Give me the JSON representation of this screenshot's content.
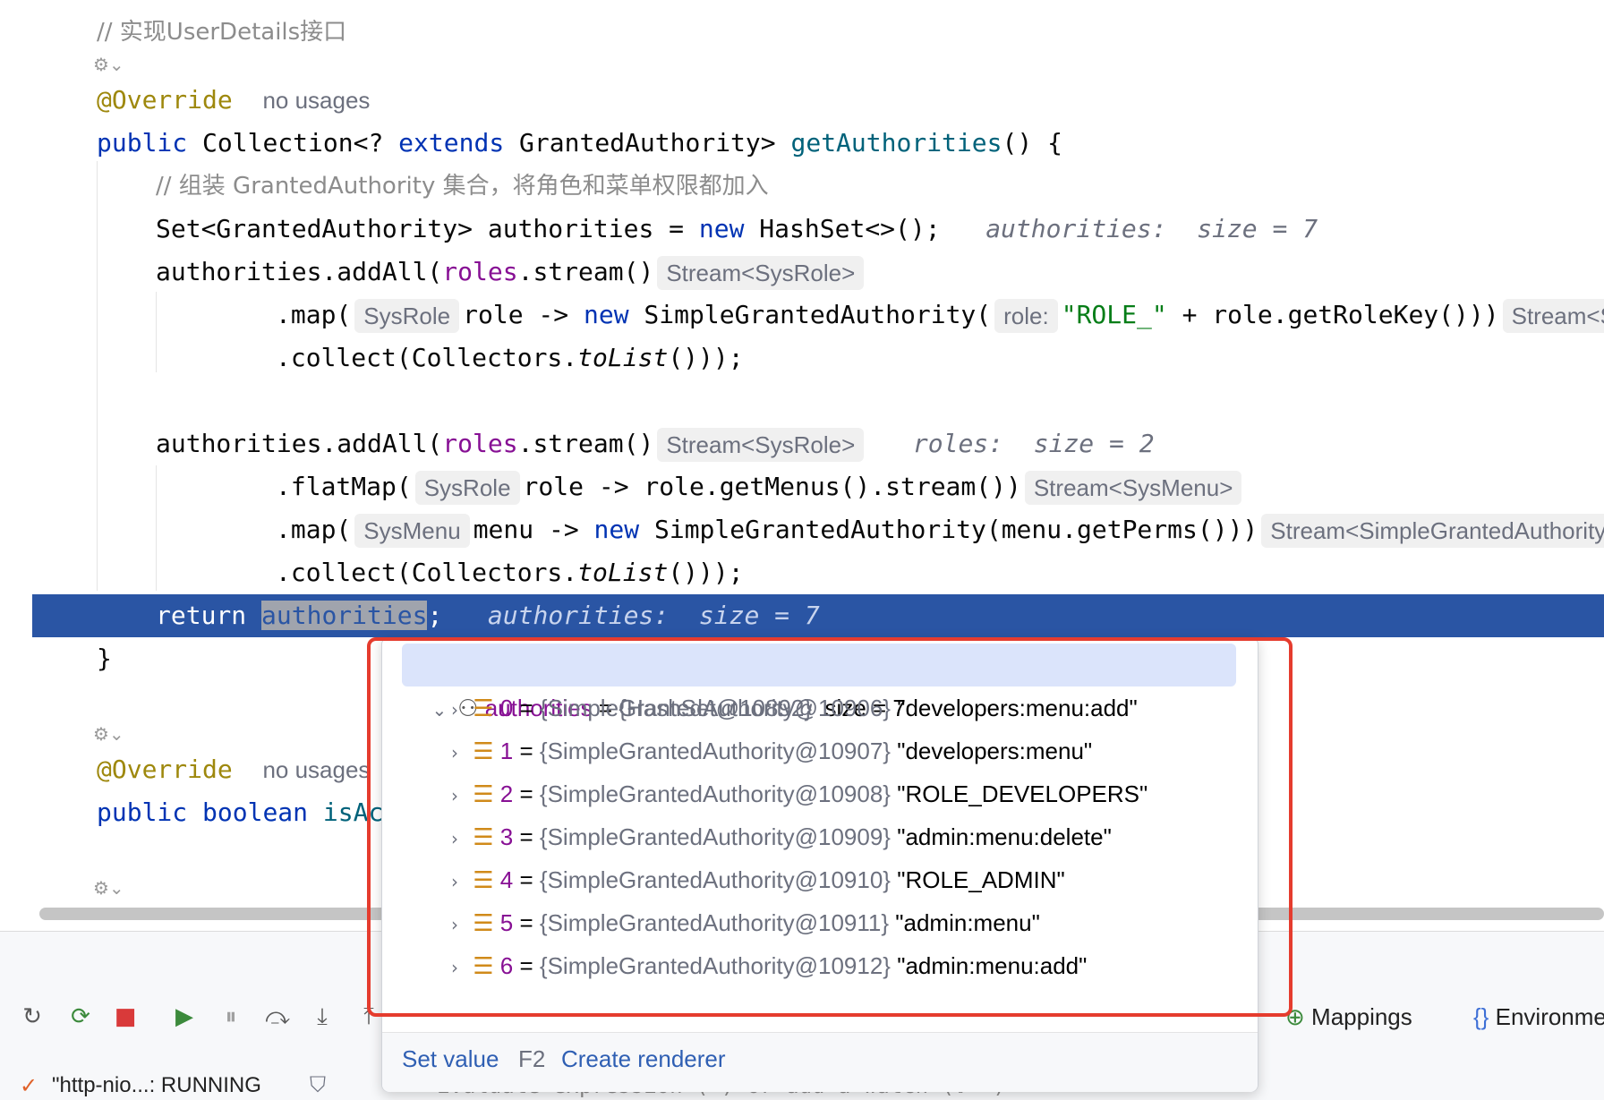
{
  "code": {
    "comment_top": "// 实现UserDetails接口",
    "override": "@Override",
    "no_usages": "no usages",
    "sig": {
      "public": "public",
      "collection": "Collection<?",
      "extends": "extends",
      "granted": "GrantedAuthority>",
      "method": "getAuthorities",
      "tail": "() {"
    },
    "comment_inner": "// 组装 GrantedAuthority 集合，将角色和菜单权限都加入",
    "set_decl": {
      "lhs": "Set<GrantedAuthority> authorities = ",
      "new": "new",
      "rhs": " HashSet<>();",
      "inline": "authorities:  size = 7"
    },
    "add1": {
      "prefix": "authorities.addAll(",
      "roles": "roles",
      "suffix": ".stream()",
      "hint": "Stream<SysRole>"
    },
    "map1": {
      "prefix": ".map(",
      "type_hint": "SysRole",
      "lambda": "role -> ",
      "new": "new",
      "ctor": " SimpleGrantedAuthority(",
      "param_hint": "role:",
      "str": "\"ROLE_\"",
      "rest": " + role.getRoleKey()))",
      "tail_hint": "Stream<SimpleGrantedAuthority>"
    },
    "collect": {
      "prefix": ".collect(Collectors.",
      "method": "toList",
      "suffix": "()));"
    },
    "add2": {
      "prefix": "authorities.addAll(",
      "roles": "roles",
      "suffix": ".stream()",
      "hint": "Stream<SysRole>",
      "inline": "roles:  size = 2"
    },
    "flatmap": {
      "prefix": ".flatMap(",
      "type_hint": "SysRole",
      "body": "role -> role.getMenus().stream())",
      "tail_hint": "Stream<SysMenu>"
    },
    "map2": {
      "prefix": ".map(",
      "type_hint": "SysMenu",
      "lambda": "menu -> ",
      "new": "new",
      "body": " SimpleGrantedAuthority(menu.getPerms()))",
      "tail_hint": "Stream<SimpleGrantedAuthority>"
    },
    "return_line": {
      "kw": "return",
      "var": "authorities",
      "semi": ";",
      "inline": "authorities:  size = 7"
    },
    "close_brace": "}",
    "override2": "@Override",
    "no_usages2": "no usages",
    "sig2": {
      "public": "public",
      "boolean": "boolean",
      "method": "isAccountNonExpired"
    }
  },
  "popup": {
    "root": {
      "name": "authorities",
      "eq": " = ",
      "ref": "{HashSet@10892}",
      "size": "size = 7"
    },
    "items": [
      {
        "index": "0",
        "ref": "{SimpleGrantedAuthority@10906}",
        "value": "\"developers:menu:add\""
      },
      {
        "index": "1",
        "ref": "{SimpleGrantedAuthority@10907}",
        "value": "\"developers:menu\""
      },
      {
        "index": "2",
        "ref": "{SimpleGrantedAuthority@10908}",
        "value": "\"ROLE_DEVELOPERS\""
      },
      {
        "index": "3",
        "ref": "{SimpleGrantedAuthority@10909}",
        "value": "\"admin:menu:delete\""
      },
      {
        "index": "4",
        "ref": "{SimpleGrantedAuthority@10910}",
        "value": "\"ROLE_ADMIN\""
      },
      {
        "index": "5",
        "ref": "{SimpleGrantedAuthority@10911}",
        "value": "\"admin:menu\""
      },
      {
        "index": "6",
        "ref": "{SimpleGrantedAuthority@10912}",
        "value": "\"admin:menu:add\""
      }
    ],
    "footer": {
      "set_value": "Set value",
      "set_value_key": "F2",
      "create_renderer": "Create renderer"
    }
  },
  "debug_panel": {
    "mappings": "Mappings",
    "environment": "Environment",
    "session": "\"http-nio...: RUNNING",
    "evaluate_hint": "Evaluate expression (⏎) or add a watch (⇧⌘⏎)"
  },
  "colors": {
    "exec_line": "#2a55a4",
    "highlight_box": "#e53c2e"
  }
}
